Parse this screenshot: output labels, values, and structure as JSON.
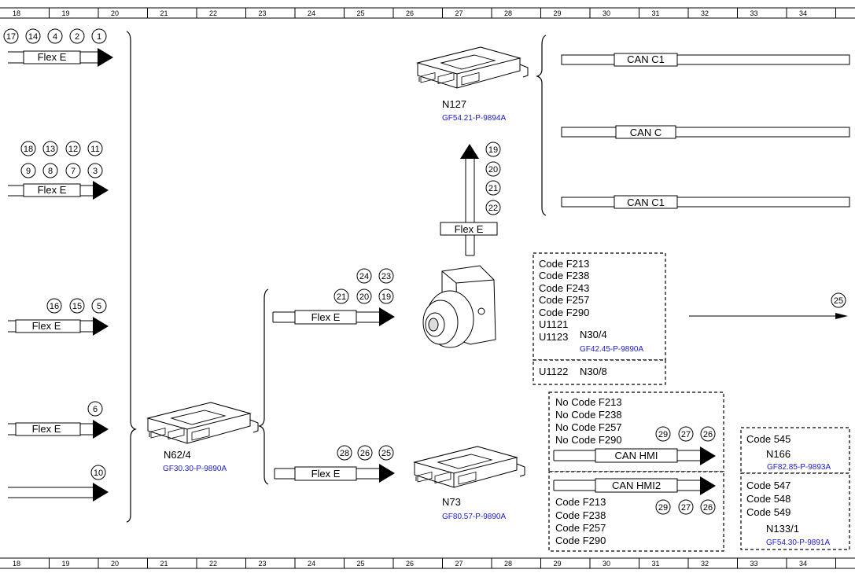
{
  "ruler": {
    "columns": [
      "18",
      "19",
      "20",
      "21",
      "22",
      "23",
      "24",
      "25",
      "26",
      "27",
      "28",
      "29",
      "30",
      "31",
      "32",
      "33",
      "34"
    ]
  },
  "left_connections": [
    {
      "circles": [
        "17",
        "14",
        "4",
        "2",
        "1"
      ],
      "bus": "Flex E"
    },
    {
      "circles_row1": [
        "18",
        "13",
        "12",
        "11"
      ],
      "circles_row2": [
        "9",
        "8",
        "7",
        "3"
      ],
      "bus": "Flex E"
    },
    {
      "circles": [
        "16",
        "15",
        "5"
      ],
      "bus": "Flex E"
    },
    {
      "circles": [
        "6"
      ],
      "bus": "Flex E"
    },
    {
      "circles": [
        "10"
      ]
    }
  ],
  "module_n62": {
    "name": "N62/4",
    "ref": "GF30.30-P-9890A"
  },
  "branch_upper": {
    "circles_row1": [
      "24",
      "23"
    ],
    "circles_row2": [
      "21",
      "20",
      "19"
    ],
    "bus": "Flex E"
  },
  "branch_lower": {
    "circles": [
      "28",
      "26",
      "25"
    ],
    "bus": "Flex E"
  },
  "module_n127": {
    "name": "N127",
    "ref": "GF54.21-P-9894A"
  },
  "up_arrow": {
    "circles": [
      "19",
      "20",
      "21",
      "22"
    ],
    "bus": "Flex E"
  },
  "can_lines": [
    "CAN C1",
    "CAN C",
    "CAN C1"
  ],
  "camera_box": {
    "codes": [
      "Code F213",
      "Code F238",
      "Code F243",
      "Code F257",
      "Code F290",
      "U1121",
      "U1123"
    ],
    "name": "N30/4",
    "ref": "GF42.45-P-9890A",
    "bottom_code": "U1122",
    "bottom_name": "N30/8"
  },
  "right_arrow": {
    "circle": "25"
  },
  "module_n73": {
    "name": "N73",
    "ref": "GF80.57-P-9890A"
  },
  "hmi_box": {
    "codes_top": [
      "No Code F213",
      "No Code F238",
      "No Code F257",
      "No Code F290"
    ],
    "bus1": "CAN HMI",
    "bus1_circles": [
      "29",
      "27",
      "26"
    ],
    "bus2": "CAN HMI2",
    "bus2_circles": [
      "29",
      "27",
      "26"
    ],
    "codes_bottom": [
      "Code F213",
      "Code F238",
      "Code F257",
      "Code F290"
    ]
  },
  "right_box_top": {
    "code": "Code 545",
    "name": "N166",
    "ref": "GF82.85-P-9893A"
  },
  "right_box_bottom": {
    "codes": [
      "Code 547",
      "Code 548",
      "Code 549"
    ],
    "name": "N133/1",
    "ref": "GF54.30-P-9891A"
  },
  "colors": {
    "ref_text": "#1a1ad6",
    "line": "#000000",
    "background": "#ffffff"
  }
}
